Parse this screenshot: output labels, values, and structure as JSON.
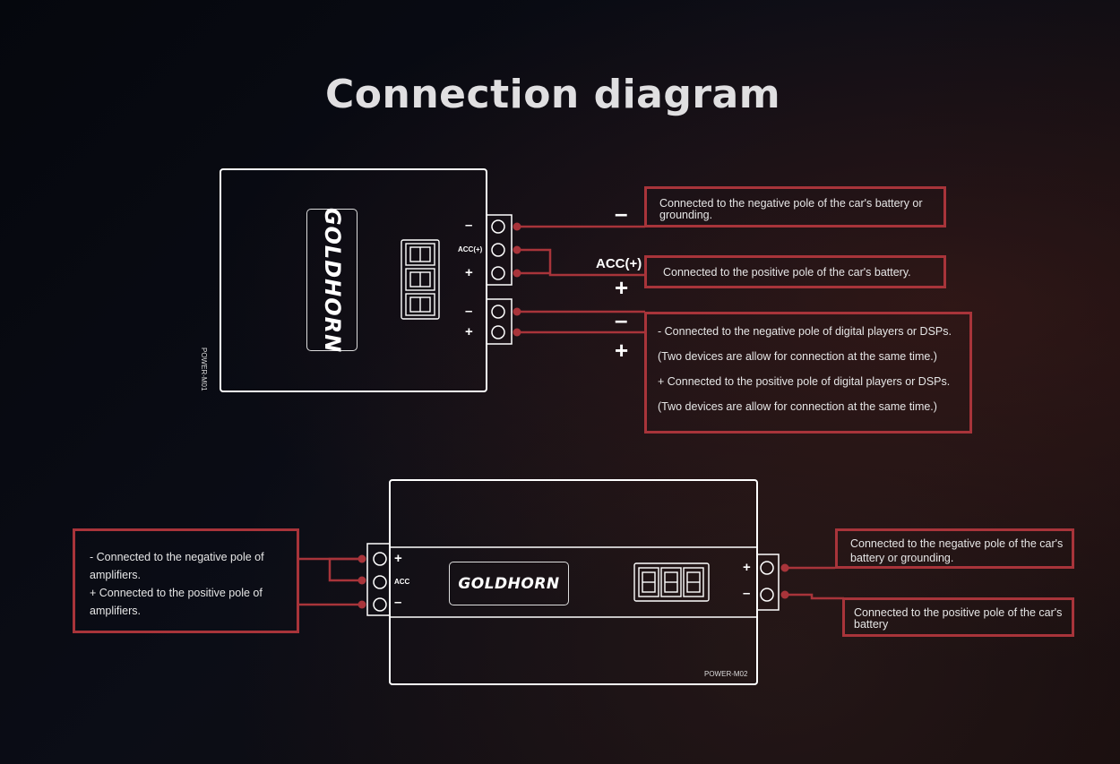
{
  "title": "Connection diagram",
  "colors": {
    "accent": "#a8343a",
    "line": "#ffffff",
    "background": "#0b0d16"
  },
  "device_top": {
    "logo": "GOLDHORN",
    "model": "POWER-M01",
    "display": "8.8.8",
    "terminals_upper": [
      "–",
      "ACC(+)",
      "+"
    ],
    "terminals_lower": [
      "–",
      "+"
    ],
    "callout_labels": {
      "minus": "–",
      "acc": "ACC(+)",
      "plus": "+",
      "minus2": "–",
      "plus2": "+"
    },
    "notes": {
      "battery_negative": "Connected to the negative pole of the car's battery or grounding.",
      "battery_positive": "Connected to the positive pole of the car's battery.",
      "dsp": [
        "-   Connected to the negative pole of digital players or DSPs.",
        "(Two devices are allow for connection at the same time.)",
        "+  Connected to the positive pole of digital players or DSPs.",
        "(Two devices are allow for connection at the same time.)"
      ]
    }
  },
  "device_bottom": {
    "logo": "GOLDHORN",
    "model": "POWER-M02",
    "display": "8.8.8",
    "terminals_left": [
      "+",
      "ACC",
      "–"
    ],
    "terminals_right": [
      "+",
      "–"
    ],
    "notes": {
      "amplifiers": [
        "-   Connected to the negative pole of amplifiers.",
        "+  Connected to the positive pole of amplifiers."
      ],
      "battery_negative": "Connected to the negative pole of the car's battery or grounding.",
      "battery_positive": "Connected to the positive pole of the car's battery"
    }
  }
}
